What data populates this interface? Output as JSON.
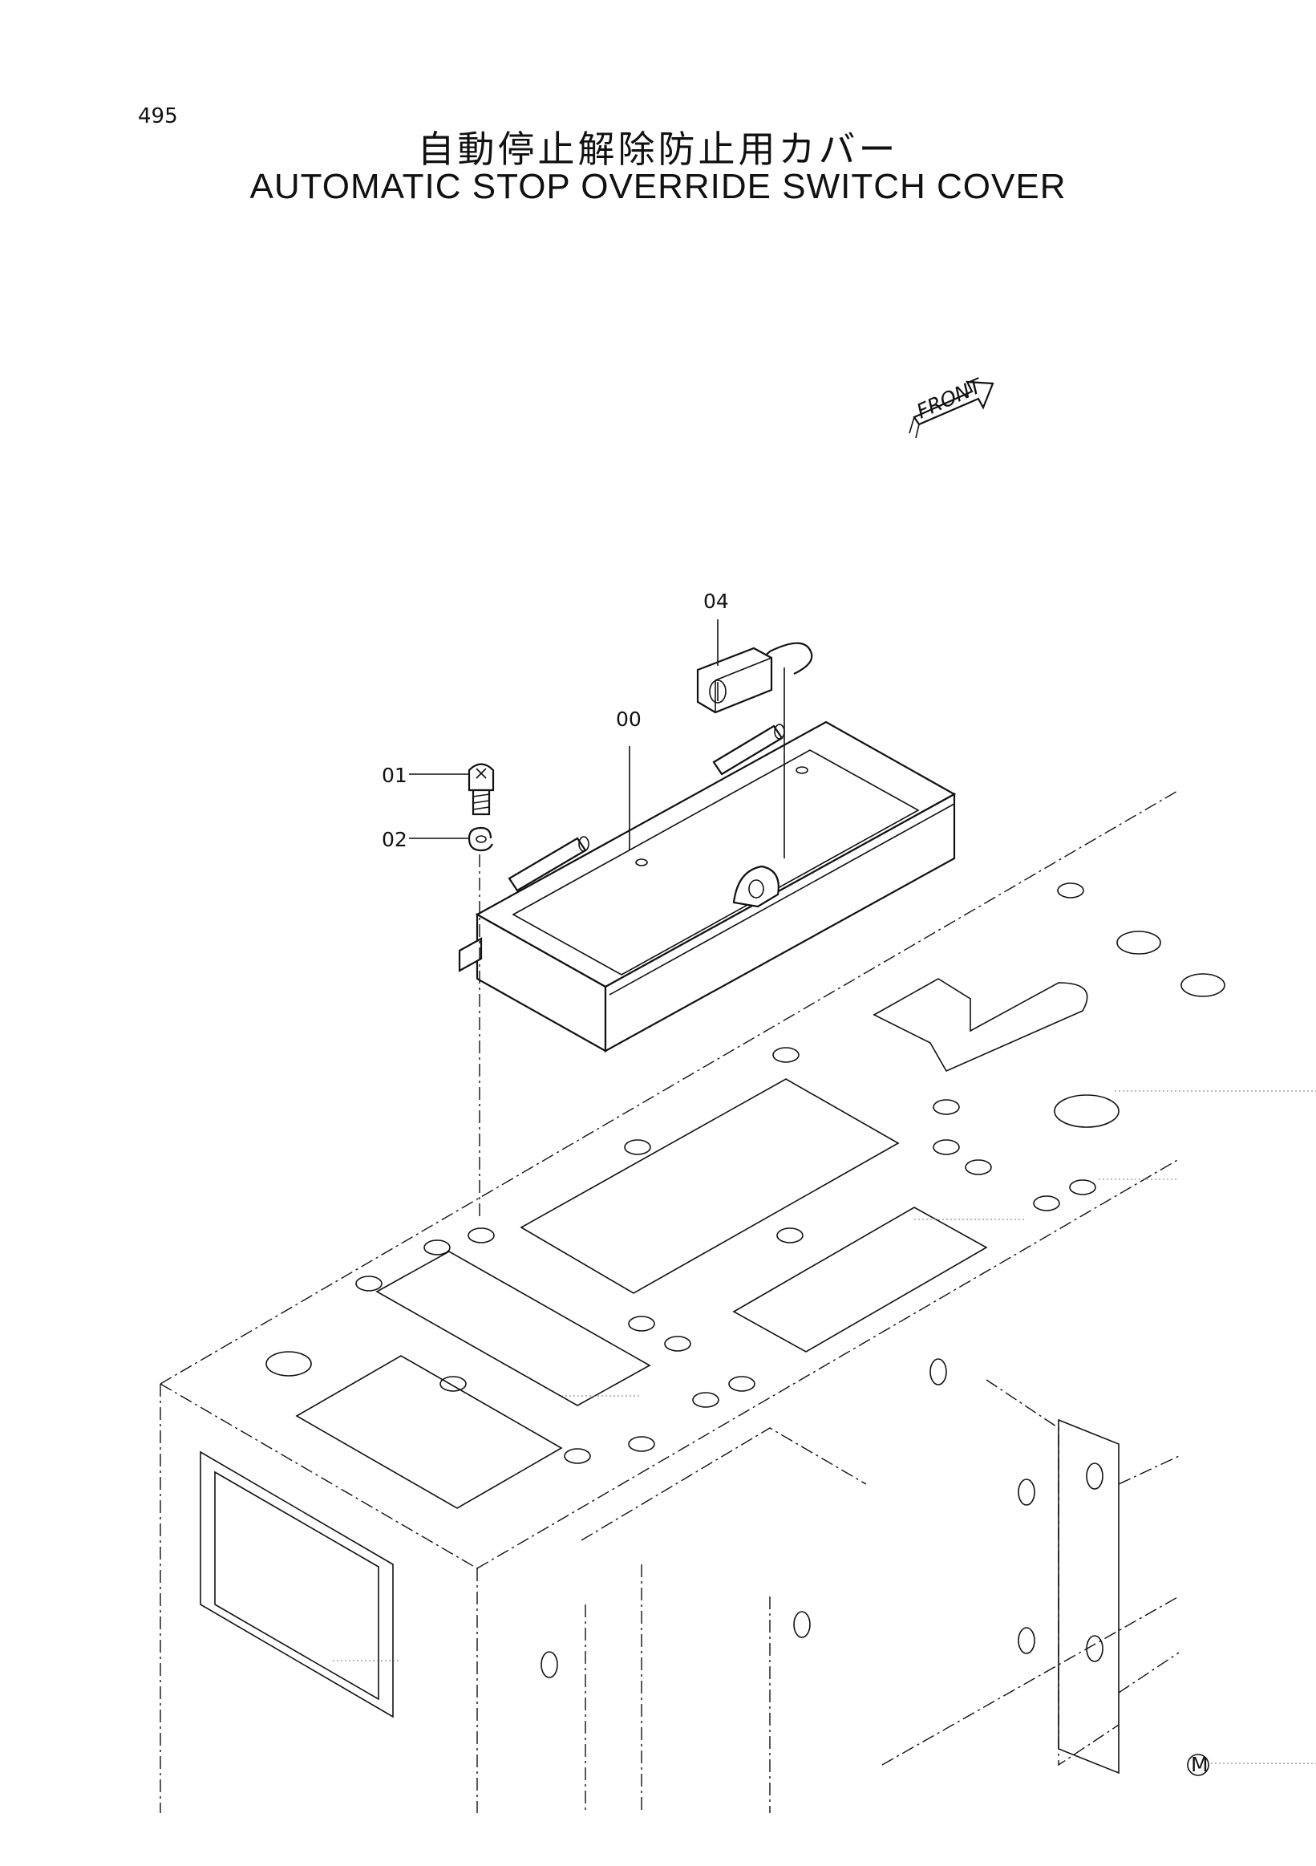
{
  "page_number": "495",
  "title_jp": "自動停止解除防止用カバー",
  "title_en": "AUTOMATIC STOP OVERRIDE SWITCH COVER",
  "front_marker": "FRONT",
  "callouts": {
    "cover": "00",
    "bolt": "01",
    "washer": "02",
    "padlock": "04"
  },
  "corner_mark": "M"
}
